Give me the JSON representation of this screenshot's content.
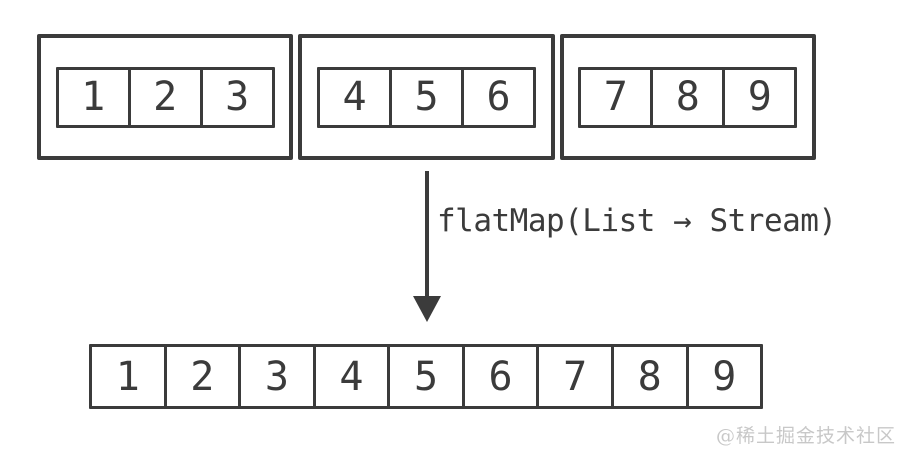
{
  "label": {
    "text": "flatMap(List → Stream)"
  },
  "lists": [
    {
      "values": [
        "1",
        "2",
        "3"
      ]
    },
    {
      "values": [
        "4",
        "5",
        "6"
      ]
    },
    {
      "values": [
        "7",
        "8",
        "9"
      ]
    }
  ],
  "result": [
    "1",
    "2",
    "3",
    "4",
    "5",
    "6",
    "7",
    "8",
    "9"
  ],
  "watermark": {
    "text": "@稀土掘金技术社区"
  },
  "colors": {
    "stroke": "#3b3b3b",
    "background": "#ffffff",
    "watermark": "#c8c8c8"
  }
}
